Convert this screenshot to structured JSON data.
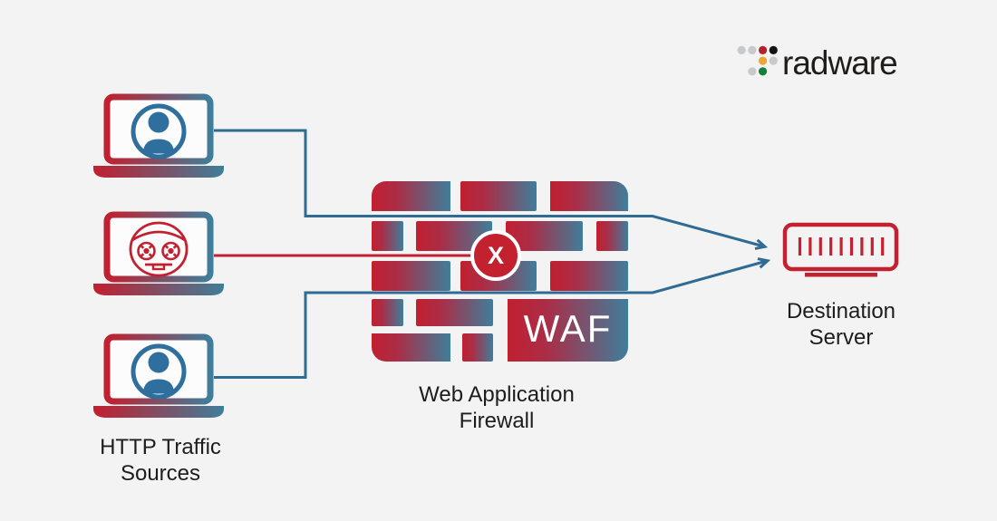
{
  "logo": {
    "text": "radware"
  },
  "sources": {
    "label_line1": "HTTP Traffic",
    "label_line2": "Sources",
    "items": [
      {
        "name": "traffic-source-1",
        "icon": "user-icon",
        "status": "allowed"
      },
      {
        "name": "traffic-source-2",
        "icon": "bot-icon",
        "status": "blocked"
      },
      {
        "name": "traffic-source-3",
        "icon": "user-icon",
        "status": "allowed"
      }
    ]
  },
  "waf": {
    "acronym": "WAF",
    "block_symbol": "X",
    "label_line1": "Web Application",
    "label_line2": "Firewall",
    "icon": "brick-wall-icon"
  },
  "destination": {
    "label_line1": "Destination",
    "label_line2": "Server",
    "icon": "server-icon"
  },
  "icons": {
    "blocked_badge": "x-circle-icon",
    "logo_mark": "radware-dots-icon",
    "arrows": "right-arrowheads"
  },
  "colors": {
    "background": "#f3f3f4",
    "brick_red": "#c1202f",
    "brick_blue": "#3f7e9a",
    "line_blue": "#2f6b93",
    "alert_red": "#c32030",
    "icon_blue": "#2e6f9e",
    "text_dark": "#1d1d1d",
    "white": "#ffffff",
    "screen_white": "#fcfcfd",
    "logo_gray": "#c8c9cb",
    "logo_black": "#141414",
    "logo_orange": "#f0a432",
    "logo_green": "#157f3d",
    "logo_text": "#1e1d1b"
  }
}
